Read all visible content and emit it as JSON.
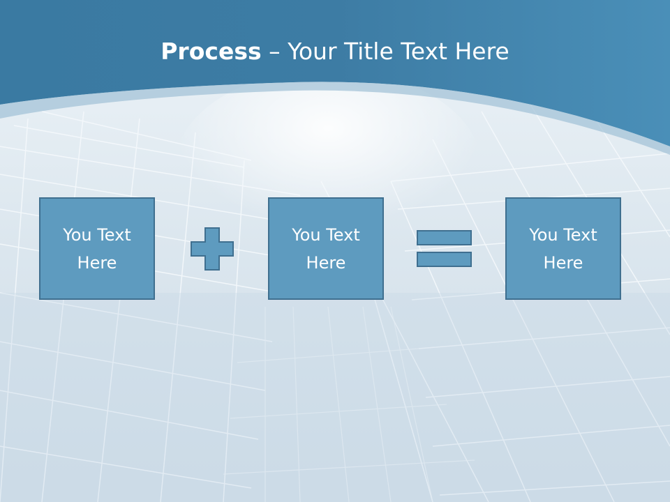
{
  "title": {
    "bold": "Process",
    "rest": " – Your Title Text Here"
  },
  "boxes": [
    {
      "text": "You Text\nHere"
    },
    {
      "text": "You Text\nHere"
    },
    {
      "text": "You Text\nHere"
    }
  ],
  "operators": [
    "plus-icon",
    "equals-icon"
  ],
  "colors": {
    "header": "#3f7ea5",
    "box_fill": "#5e9bbf",
    "box_border": "#3f6f8f",
    "background": "#dfe9f0"
  }
}
